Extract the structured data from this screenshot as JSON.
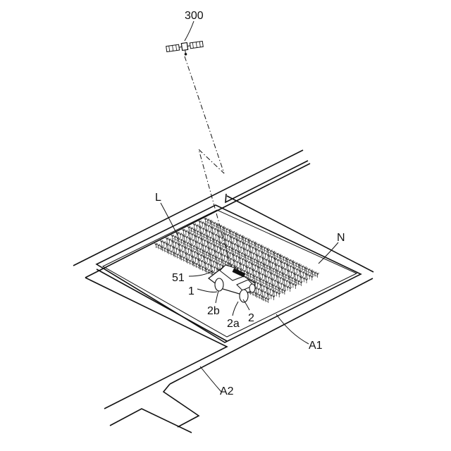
{
  "labels": {
    "satellite": "300",
    "field_edge": "L",
    "crop_rows": "N",
    "antenna": "51",
    "vehicle": "1",
    "wheel_rear": "2b",
    "wheel_front": "2a",
    "wheels": "2",
    "field_area": "A1",
    "road_area": "A2"
  },
  "icons": {
    "satellite": "satellite-icon",
    "vehicle": "work-vehicle-icon"
  }
}
